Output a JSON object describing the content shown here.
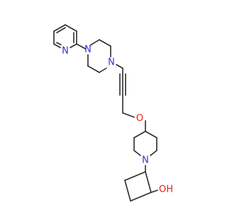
{
  "molecule": {
    "atoms": {
      "pyridine_n": "N",
      "piperazine_n1": "N",
      "piperazine_n4": "N",
      "ether_o": "O",
      "piperidine_n": "N",
      "hydroxyl": "OH"
    },
    "colors": {
      "bond": "#2b2b2b",
      "nitrogen": "#2a33d6",
      "oxygen": "#e0201b",
      "background": "#ffffff"
    }
  }
}
